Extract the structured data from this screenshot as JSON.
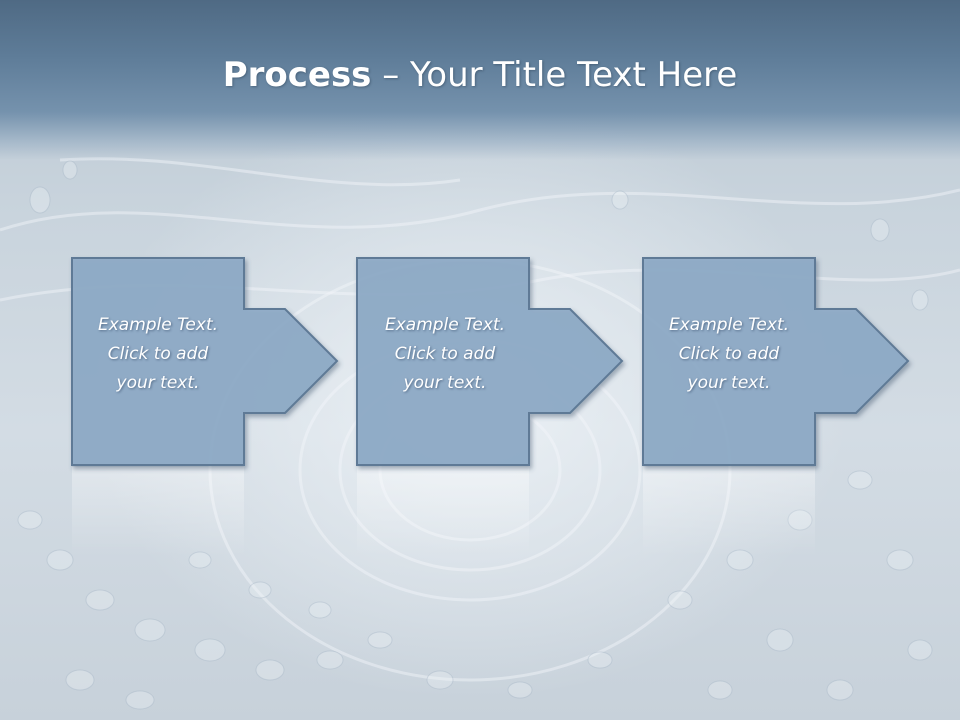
{
  "title": {
    "bold": "Process",
    "rest": " – Your Title Text Here"
  },
  "steps": [
    {
      "lines": [
        "Example Text.",
        "Click  to add",
        "your text."
      ]
    },
    {
      "lines": [
        "Example Text.",
        "Click  to add",
        "your text."
      ]
    },
    {
      "lines": [
        "Example Text.",
        "Click  to add",
        "your text."
      ]
    }
  ],
  "colors": {
    "shape_fill": "#8eaac7",
    "shape_stroke": "#5f7a96",
    "title_band": "#5e7c98"
  }
}
